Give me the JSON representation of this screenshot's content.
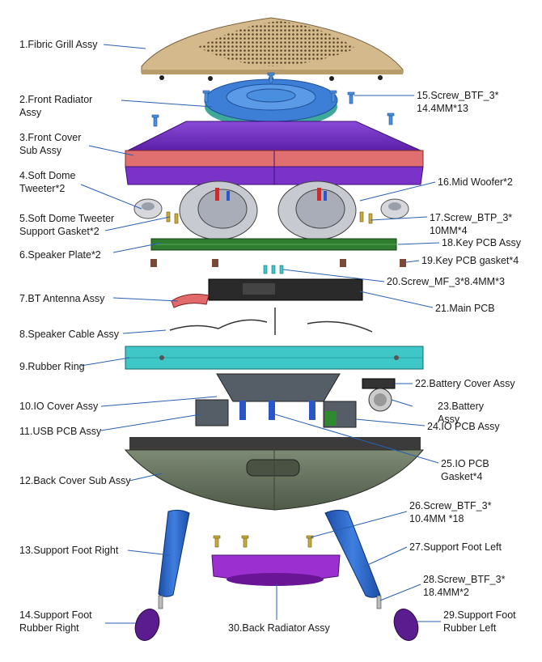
{
  "labels": {
    "p1": "1.Fibric Grill Assy",
    "p2": "2.Front Radiator\nAssy",
    "p3": "3.Front Cover\nSub Assy",
    "p4": "4.Soft Dome\nTweeter*2",
    "p5": "5.Soft Dome Tweeter\nSupport Gasket*2",
    "p6": "6.Speaker Plate*2",
    "p7": "7.BT Antenna Assy",
    "p8": "8.Speaker Cable Assy",
    "p9": "9.Rubber Ring",
    "p10": "10.IO Cover Assy",
    "p11": "11.USB PCB Assy",
    "p12": "12.Back Cover Sub Assy",
    "p13": "13.Support Foot Right",
    "p14": "14.Support Foot\nRubber Right",
    "p15": "15.Screw_BTF_3*\n14.4MM*13",
    "p16": "16.Mid Woofer*2",
    "p17": "17.Screw_BTP_3*\n10MM*4",
    "p18": "18.Key PCB Assy",
    "p19": "19.Key PCB gasket*4",
    "p20": "20.Screw_MF_3*8.4MM*3",
    "p21": "21.Main PCB",
    "p22": "22.Battery Cover Assy",
    "p23": "23.Battery\nAssy",
    "p24": "24.IO PCB Assy",
    "p25": "25.IO PCB\nGasket*4",
    "p26": "26.Screw_BTF_3*\n10.4MM *18",
    "p27": "27.Support Foot Left",
    "p28": "28.Screw_BTF_3*\n18.4MM*2",
    "p29": "29.Support Foot\nRubber Left",
    "p30": "30.Back Radiator Assy"
  },
  "colors": {
    "grill": "#d4b98c",
    "grill_dark": "#6b5535",
    "radiator": "#3d7fd6",
    "radiator_ring": "#4fb8a8",
    "front_cover": "#7a32c8",
    "front_cover_band": "#e06f6f",
    "pcb_green": "#2f7d2f",
    "rubber_ring": "#3fc6c6",
    "back_cover": "#6b7863",
    "foot": "#2b63c4",
    "foot_rubber": "#5a1c8f",
    "back_radiator": "#9b2fd0",
    "screw": "#4a90d9",
    "screw_gold": "#c9a93a",
    "leader": "#2a5fb0"
  }
}
